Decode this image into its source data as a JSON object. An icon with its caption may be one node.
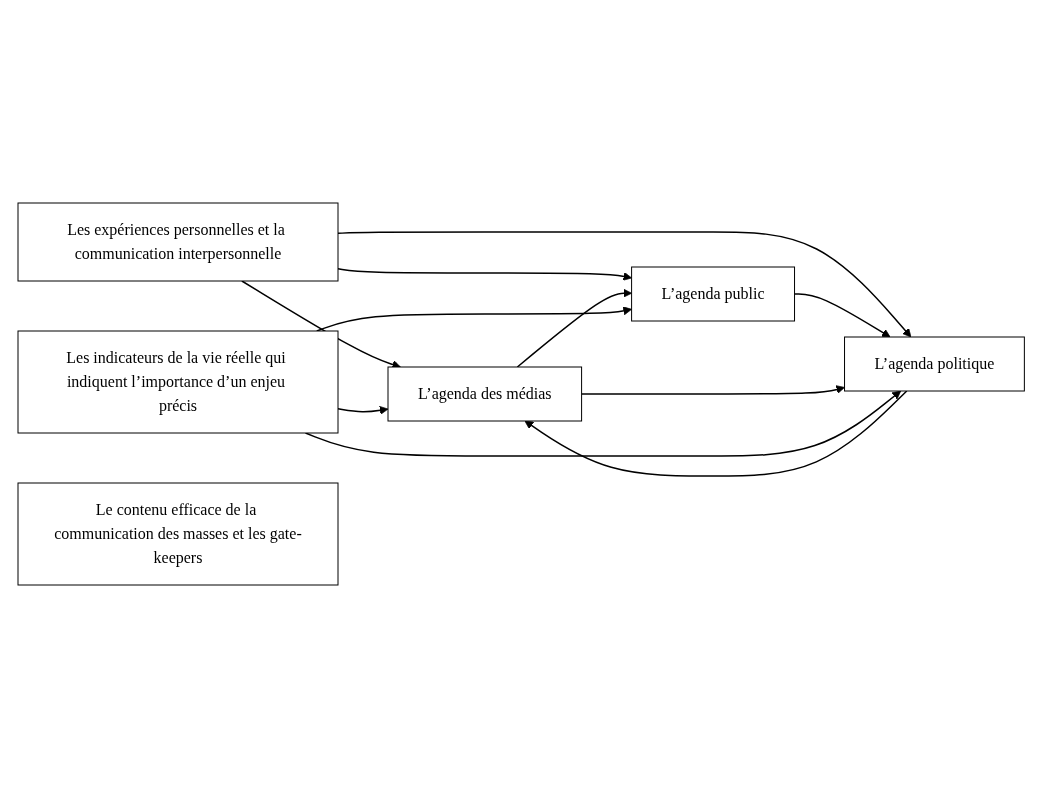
{
  "diagram": {
    "nodes": [
      {
        "text": [
          "Les expériences personnelles et la communication interpersonnelle"
        ]
      },
      {
        "text": [
          "Le contenu efficace de la communication des masses et les gate-keepers"
        ]
      },
      {
        "text": [
          "L’agenda des médias"
        ]
      },
      {
        "text": [
          "L’agenda public"
        ]
      },
      {
        "text": [
          "L’agenda politique"
        ]
      },
      {
        "text": [
          "Les indicateurs de la vie réelle qui indiquent l’importance d’un enjeu précis"
        ]
      }
    ],
    "edges": [
      {
        "from": 0,
        "to": 2,
        "arrow": "to"
      },
      {
        "from": 0,
        "to": 3,
        "arrow": "to"
      },
      {
        "from": 0,
        "to": 4,
        "arrow": "to"
      },
      {
        "from": 4,
        "to": 2,
        "arrow": "to"
      },
      {
        "from": 2,
        "to": 3,
        "arrow": "to"
      },
      {
        "from": 3,
        "to": 4,
        "arrow": "to"
      },
      {
        "from": 2,
        "to": 4,
        "arrow": "to"
      },
      {
        "from": 5,
        "to": 2,
        "arrow": "to"
      },
      {
        "from": 5,
        "to": 3,
        "arrow": "to"
      },
      {
        "from": 5,
        "to": 4,
        "arrow": "to"
      }
    ]
  }
}
